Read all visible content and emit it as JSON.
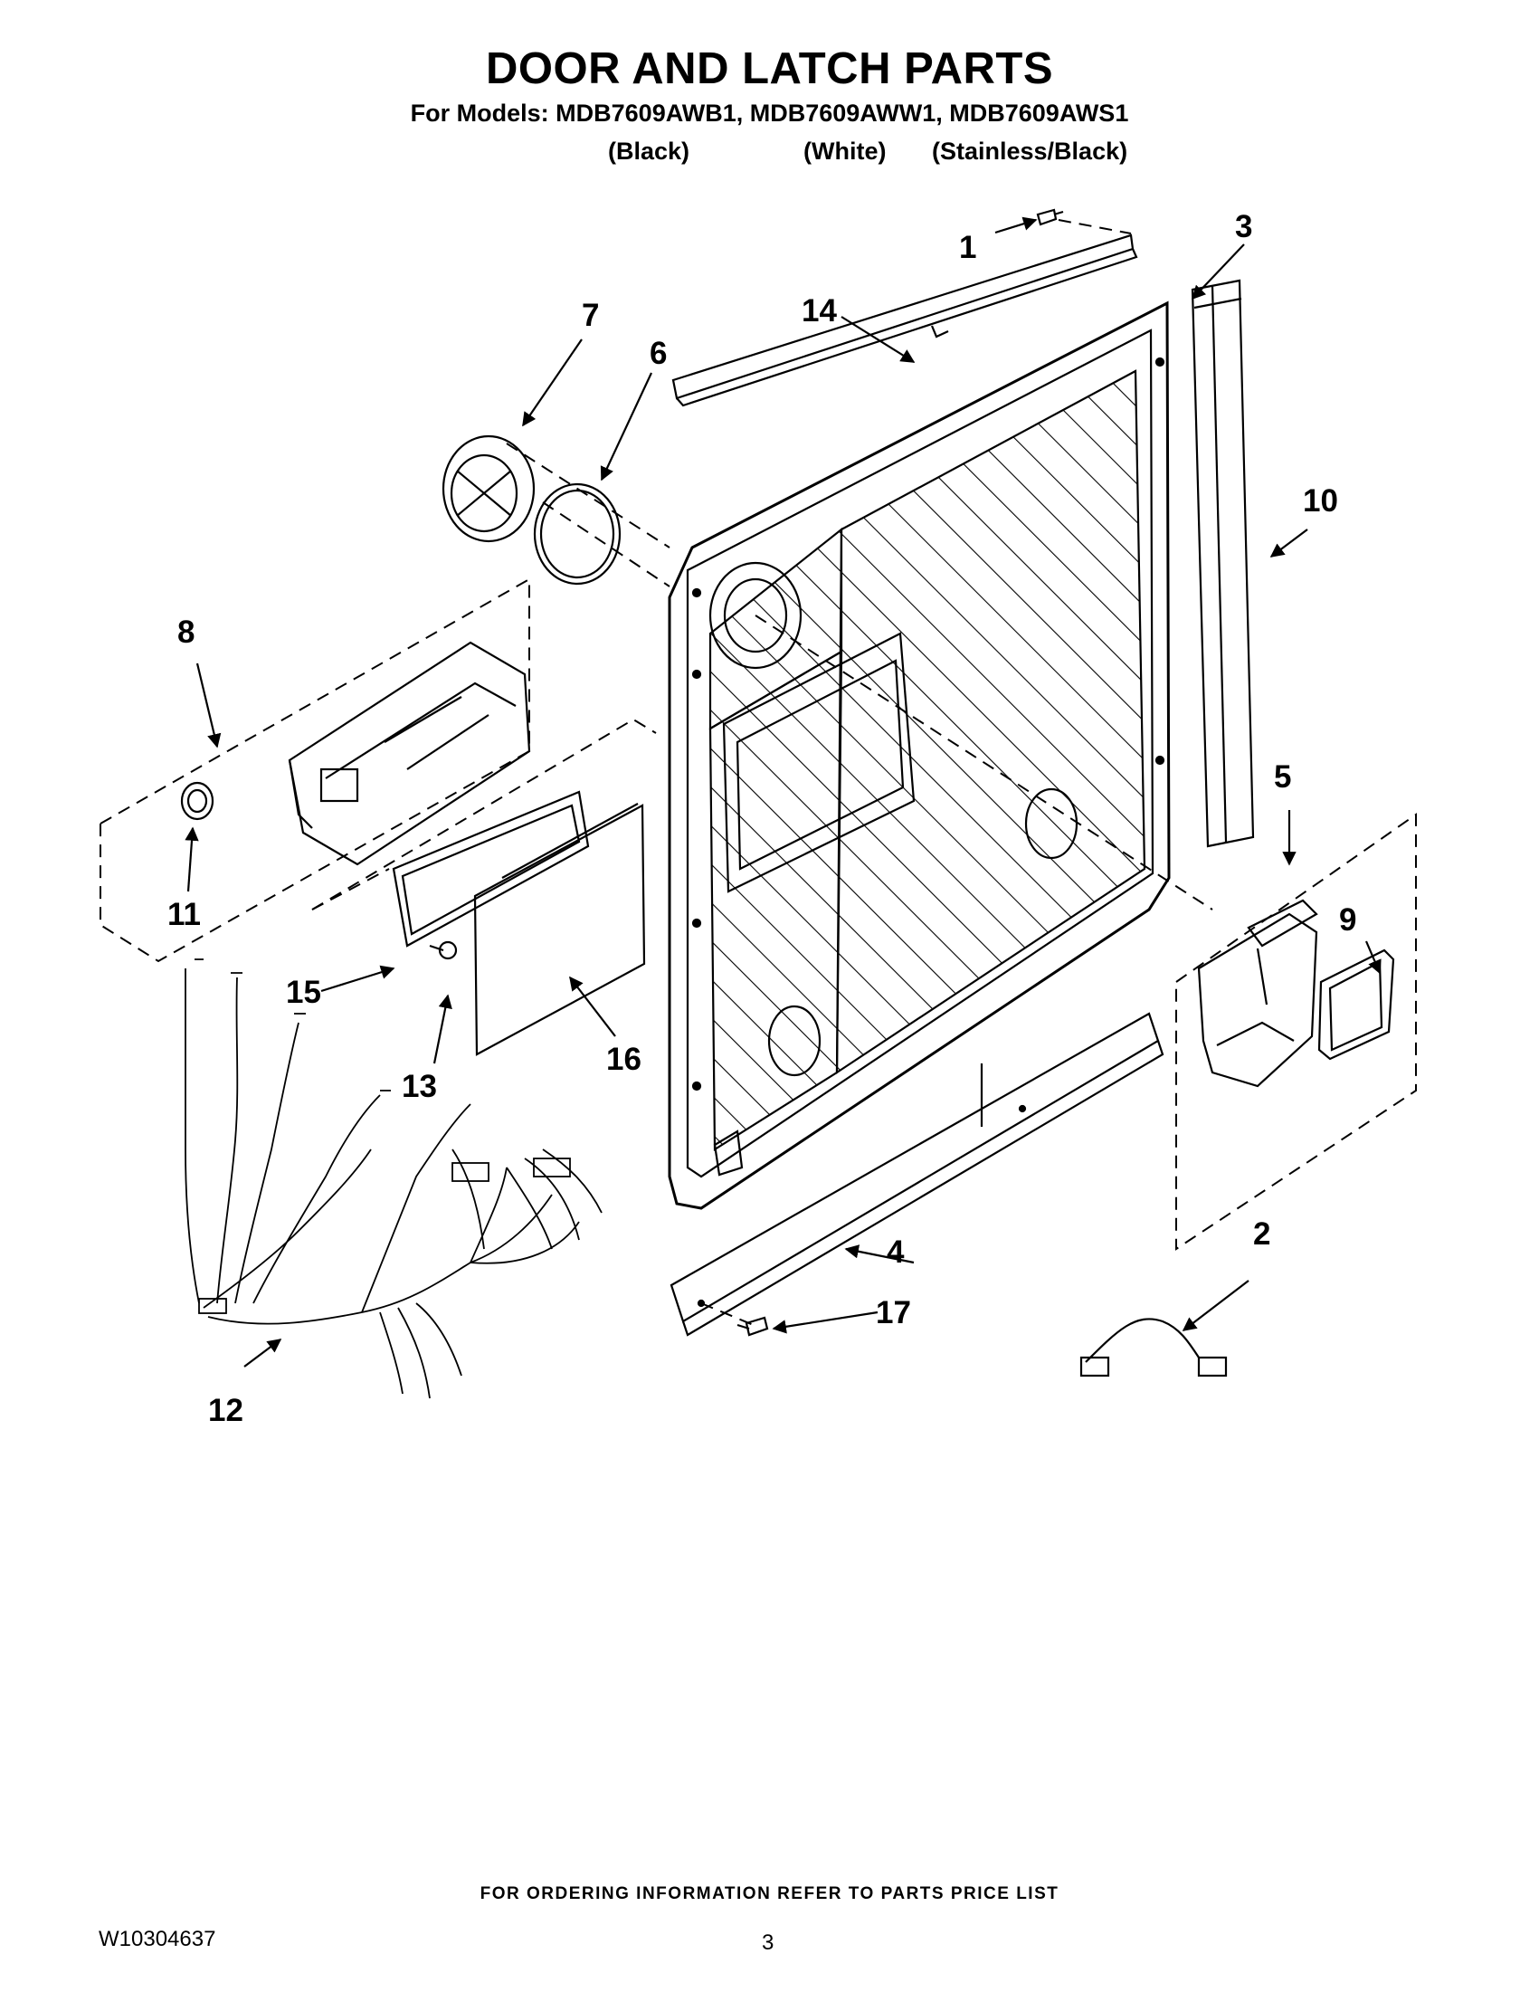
{
  "header": {
    "title": "DOOR AND LATCH PARTS",
    "models_line": "For Models: MDB7609AWB1, MDB7609AWW1, MDB7609AWS1",
    "variants": [
      "(Black)",
      "(White)",
      "(Stainless/Black)"
    ]
  },
  "callouts": [
    "1",
    "2",
    "3",
    "4",
    "5",
    "6",
    "7",
    "8",
    "9",
    "10",
    "11",
    "12",
    "13",
    "14",
    "15",
    "16",
    "17"
  ],
  "footer": {
    "note": "FOR ORDERING INFORMATION REFER TO PARTS PRICE LIST",
    "doc_number": "W10304637",
    "page_number": "3"
  }
}
